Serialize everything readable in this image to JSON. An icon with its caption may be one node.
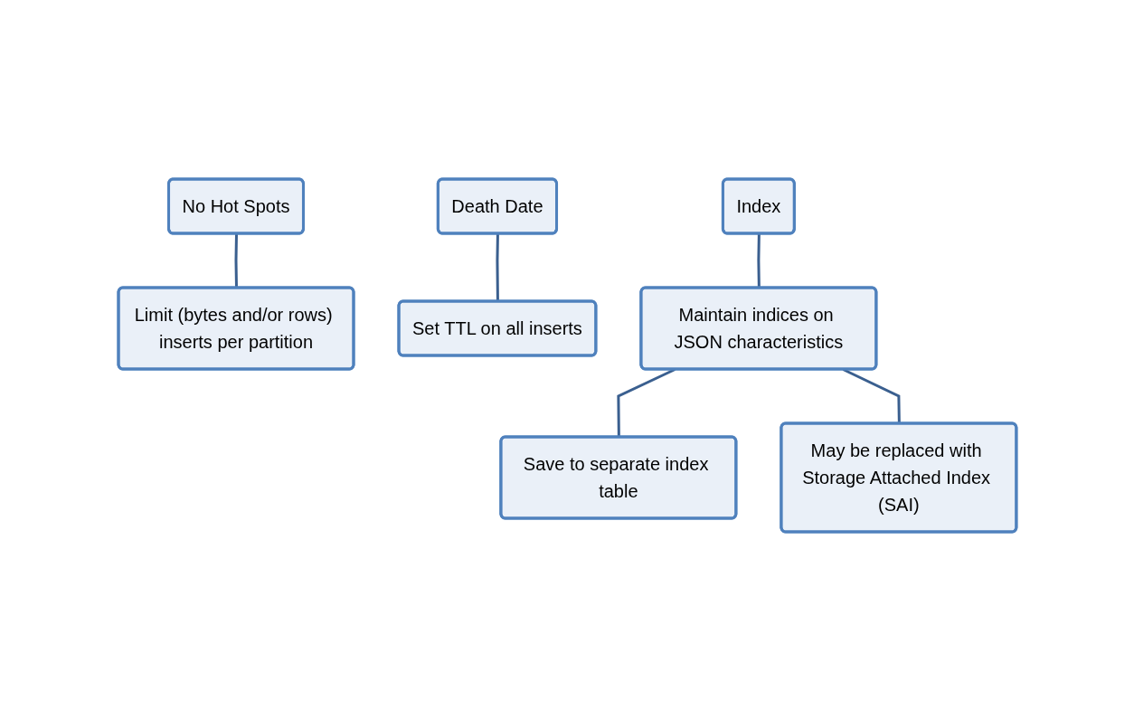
{
  "diagram": {
    "nodes": [
      {
        "text": [
          "No Hot Spots"
        ]
      },
      {
        "text": [
          "Death Date"
        ]
      },
      {
        "text": [
          "Index"
        ]
      },
      {
        "text": [
          "Limit (bytes and/or rows) inserts per partition"
        ]
      },
      {
        "text": [
          "Set TTL on all inserts"
        ]
      },
      {
        "text": [
          "Maintain indices on JSON characteristics"
        ]
      },
      {
        "text": [
          "Save to separate index table"
        ]
      },
      {
        "text": [
          "May be replaced with Storage Attached Index (SAI)"
        ]
      }
    ],
    "edges": [
      {
        "from": 0,
        "to": 3,
        "arrow": "none"
      },
      {
        "from": 1,
        "to": 4,
        "arrow": "none"
      },
      {
        "from": 2,
        "to": 5,
        "arrow": "none"
      },
      {
        "from": 5,
        "to": 6,
        "arrow": "none"
      },
      {
        "from": 5,
        "to": 7,
        "arrow": "none"
      }
    ]
  }
}
